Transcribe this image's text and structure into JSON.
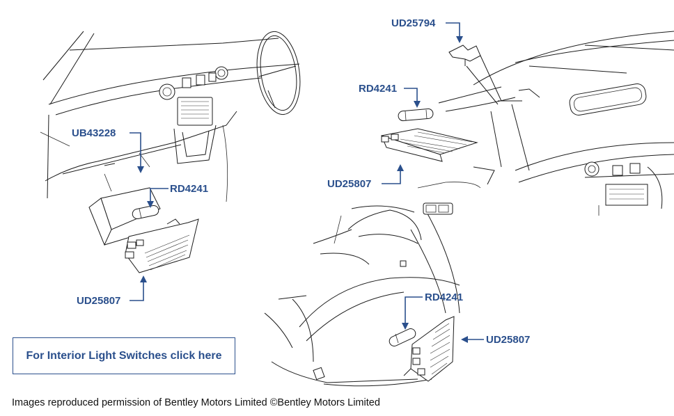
{
  "labels": {
    "ub43228": "UB43228",
    "rd4241_left": "RD4241",
    "ud25807_left": "UD25807",
    "ud25794": "UD25794",
    "rd4241_top": "RD4241",
    "ud25807_top": "UD25807",
    "rd4241_bottom": "RD4241",
    "ud25807_bottom": "UD25807"
  },
  "link": {
    "text": "For Interior Light Switches click here"
  },
  "credit": {
    "text": "Images reproduced permission of Bentley Motors Limited ©Bentley Motors Limited"
  },
  "colors": {
    "label": "#2a4f8c",
    "ink": "#1b1b1b",
    "background": "#ffffff"
  }
}
